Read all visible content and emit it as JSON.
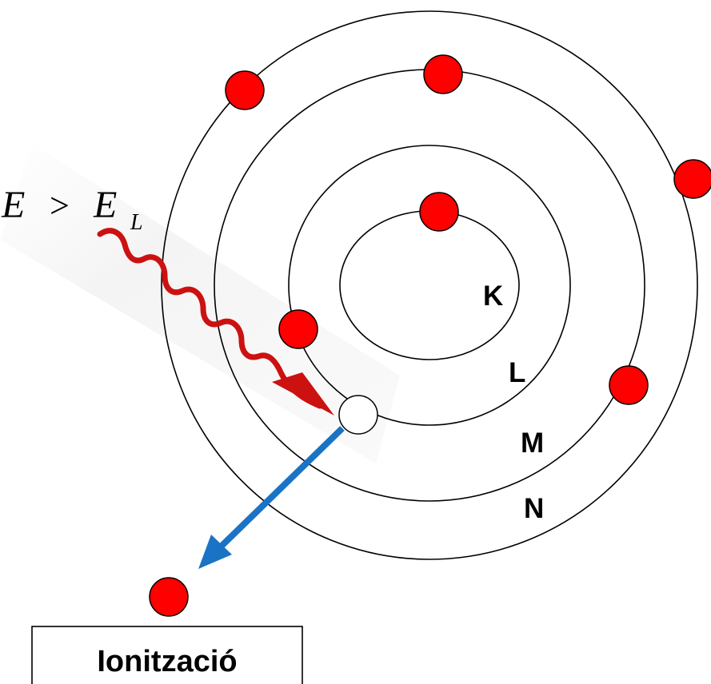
{
  "diagram": {
    "energy_condition": {
      "symbol": "E",
      "operator": ">",
      "threshold_symbol": "E",
      "threshold_subscript": "L"
    },
    "shells": [
      {
        "label": "K"
      },
      {
        "label": "L"
      },
      {
        "label": "M"
      },
      {
        "label": "N"
      }
    ],
    "result_label": "Ionització",
    "colors": {
      "electron": "#ff0000",
      "vacancy": "#ffffff",
      "photon": "#cc1111",
      "ejection_arrow": "#1a73c4",
      "orbit": "#000000"
    }
  }
}
